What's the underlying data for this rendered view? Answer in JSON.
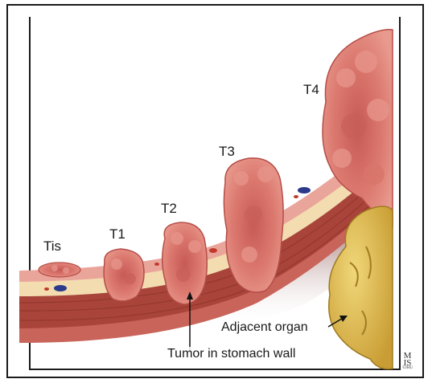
{
  "stages": [
    {
      "id": "tis",
      "label": "Tis"
    },
    {
      "id": "t1",
      "label": "T1"
    },
    {
      "id": "t2",
      "label": "T2"
    },
    {
      "id": "t3",
      "label": "T3"
    },
    {
      "id": "t4",
      "label": "T4"
    }
  ],
  "callouts": {
    "adjacent_organ": "Adjacent organ",
    "tumor_in_wall": "Tumor in stomach wall"
  },
  "credit": {
    "line1": "M",
    "line2": "IS",
    "line3": "©JHU"
  },
  "colors": {
    "mucosa": "#e8a39a",
    "submucosa": "#f3dcb0",
    "muscle": "#a8443a",
    "serosa": "#d98c83",
    "tumor": "#d9736b",
    "tumor_dark": "#b54d47",
    "organ": "#e2c25a",
    "organ_dark": "#b8912a",
    "shadow": "#7a1f1a"
  }
}
